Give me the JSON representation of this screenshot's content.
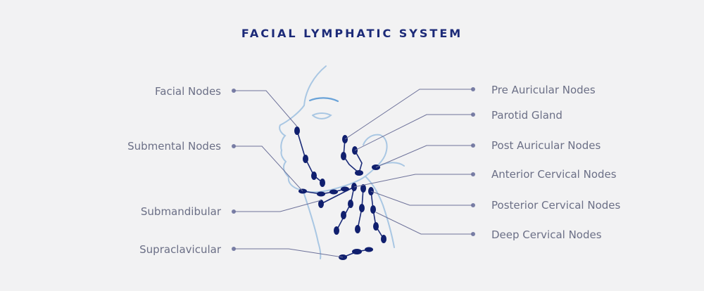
{
  "title": "FACIAL LYMPHATIC SYSTEM",
  "left_labels": {
    "facial_nodes": "Facial Nodes",
    "submental_nodes": "Submental Nodes",
    "submandibular": "Submandibular",
    "supraclavicular": "Supraclavicular"
  },
  "right_labels": {
    "pre_auricular_nodes": "Pre Auricular Nodes",
    "parotid_gland": "Parotid Gland",
    "post_auricular_nodes": "Post Auricular Nodes",
    "anterior_cervical_nodes": "Anterior Cervical Nodes",
    "posterior_cervical_nodes": "Posterior Cervical Nodes",
    "deep_cervical_nodes": "Deep Cervical Nodes"
  },
  "colors": {
    "title": "#1c2a78",
    "label": "#6b6f86",
    "leader": "#6d7199",
    "node": "#101f6e",
    "outline": "#a9c7e3"
  }
}
